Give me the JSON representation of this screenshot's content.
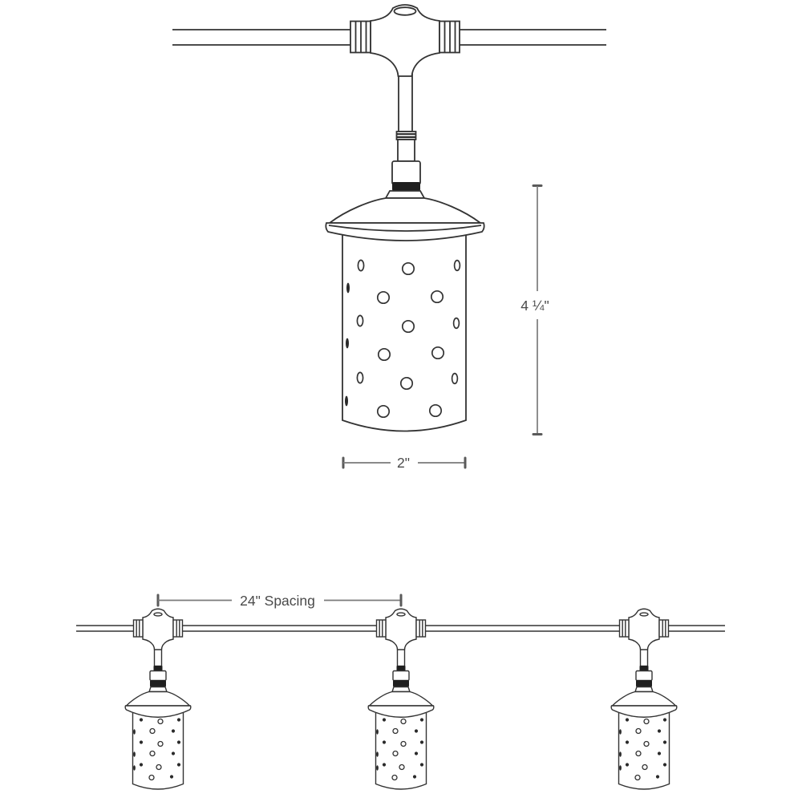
{
  "diagram": {
    "subject": "string-light-fixture-dimension-drawing",
    "colors": {
      "background": "#ffffff",
      "line": "#333333",
      "dimension_line": "#7a7a7a",
      "label_text": "#4a4a4a",
      "dark_band": "#1f1f1f"
    },
    "detail_view": {
      "height_dimension_label": "4 ¼\"",
      "width_dimension_label": "2\""
    },
    "string_view": {
      "spacing_dimension_label": "24\" Spacing",
      "fixture_count": 3
    }
  }
}
